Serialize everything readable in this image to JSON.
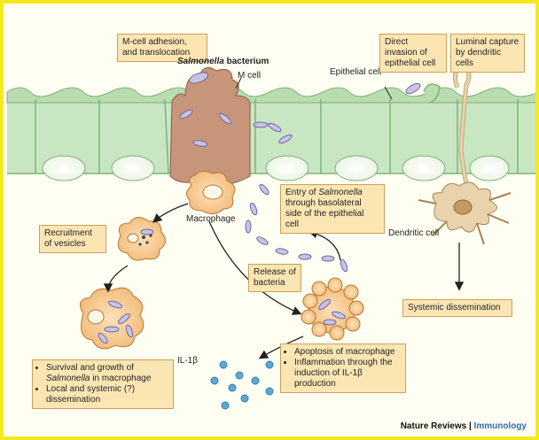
{
  "labels": {
    "m_cell_adhesion": "M-cell adhesion, and translocation",
    "salmonella_bacterium_italic": "Salmonella",
    "salmonella_bacterium_rest": " bacterium",
    "m_cell": "M cell",
    "epithelial_cell": "Epithelial cell",
    "direct_invasion": "Direct invasion of epithelial cell",
    "luminal_capture": "Luminal capture by dendritic cells",
    "macrophage": "Macrophage",
    "entry_part1": "Entry of ",
    "entry_italic": "Salmonella",
    "entry_part2": " through basolateral side of the epithelial cell",
    "dendritic_cell": "Dendritic cell",
    "recruitment": "Recruitment of vesicles",
    "release": "Release of bacteria",
    "systemic": "Systemic dissemination",
    "survival_part1": "Survival and growth of ",
    "survival_italic": "Salmonella",
    "survival_part2": " in macrophage",
    "local_systemic": "Local and systemic (?) dissemination",
    "apoptosis": "Apoptosis of macrophage",
    "inflammation": "Inflammation through the induction of IL-1β production",
    "il1b": "IL-1β",
    "credit_main": "Nature Reviews",
    "credit_sep": " | ",
    "credit_sub": "Immunology"
  },
  "colors": {
    "frame": "#f2ea1e",
    "epithelium": "#c9e6c3",
    "epithelium_border": "#7fb27a",
    "m_cell": "#c7957a",
    "macrophage": "#f4c793",
    "bacterium": "#c9c3e3",
    "dendritic": "#e8d3ad",
    "il1b_dot": "#5aa9d6",
    "label_box": "#fbe6b3"
  }
}
